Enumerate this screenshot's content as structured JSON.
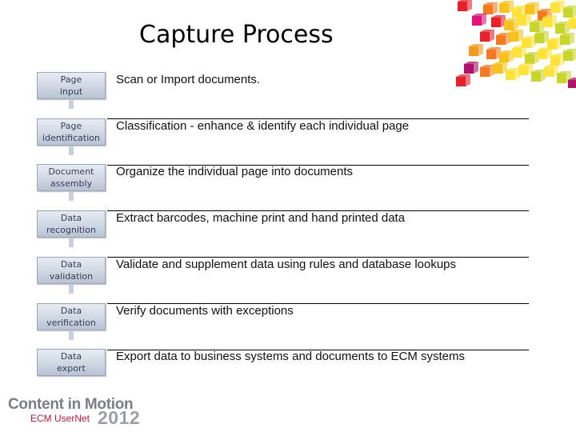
{
  "title": "Capture Process",
  "steps": [
    {
      "label": "Page\ninput",
      "description": "Scan or Import documents."
    },
    {
      "label": "Page\nidentification",
      "description": "Classification - enhance & identify each individual page"
    },
    {
      "label": "Document\nassembly",
      "description": "Organize the individual page into documents"
    },
    {
      "label": "Data\nrecognition",
      "description": "Extract barcodes, machine print and hand printed data"
    },
    {
      "label": "Data\nvalidation",
      "description": "Validate and supplement  data using rules and database lookups"
    },
    {
      "label": "Data\nverification",
      "description": "Verify documents with exceptions"
    },
    {
      "label": "Data\nexport",
      "description": "Export data to business systems and documents to ECM systems"
    }
  ],
  "logo": {
    "line1": "Content in Motion",
    "line2": "ECM UserNet",
    "year": "2012"
  },
  "colors": {
    "step_box_border": "#9aa7b8",
    "step_text": "#333f55",
    "logo_red": "#c5143b",
    "logo_gray": "#7a7f86"
  }
}
